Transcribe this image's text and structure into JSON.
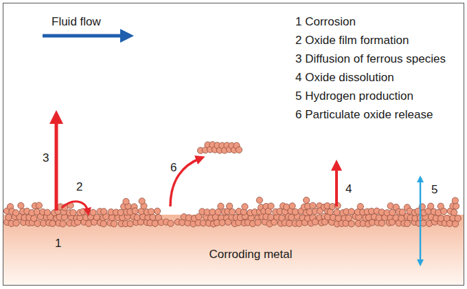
{
  "diagram": {
    "labels": [
      "Fluid flow",
      "1 Corrosion",
      "2 Oxide film formation",
      "3 Diffusion of ferrous species",
      "4 Oxide dissolution",
      "5 Hydrogen production",
      "6 Particulate oxide release",
      "3",
      "2",
      "6",
      "4",
      "5",
      "1",
      "Corroding metal"
    ]
  }
}
